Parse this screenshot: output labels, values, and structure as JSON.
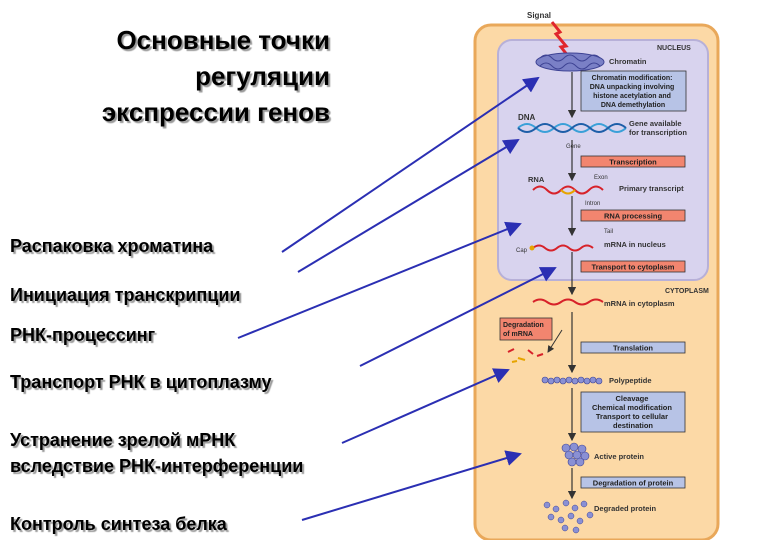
{
  "title": {
    "line1": "Основные точки",
    "line2": "регуляции",
    "line3": "экспрессии генов"
  },
  "labels": [
    "Распаковка хроматина",
    "Инициация транскрипции",
    "РНК-процессинг",
    "Транспорт РНК в цитоплазму",
    "Устранение зрелой мРНК",
    "вследствие РНК-интерференции",
    "Контроль синтеза белка"
  ],
  "figure": {
    "signal": "Signal",
    "nucleus": "NUCLEUS",
    "chromatin": "Chromatin",
    "chromatin_box": [
      "Chromatin modification:",
      "DNA unpacking involving",
      "histone acetylation and",
      "DNA demethylation"
    ],
    "dna": "DNA",
    "gene": "Gene",
    "gene_available": [
      "Gene available",
      "for transcription"
    ],
    "transcription": "Transcription",
    "rna": "RNA",
    "exon": "Exon",
    "intron": "Intron",
    "primary_transcript": "Primary transcript",
    "rna_processing": "RNA processing",
    "tail": "Tail",
    "cap": "Cap",
    "mrna_nucleus": "mRNA in nucleus",
    "transport": "Transport to cytoplasm",
    "cytoplasm": "CYTOPLASM",
    "mrna_cytoplasm": "mRNA in cytoplasm",
    "degradation_mrna": [
      "Degradation",
      "of mRNA"
    ],
    "translation": "Translation",
    "polypeptide": "Polypeptide",
    "cleavage_box": [
      "Cleavage",
      "Chemical modification",
      "Transport to cellular",
      "destination"
    ],
    "active_protein": "Active protein",
    "degradation_protein": "Degradation of protein",
    "degraded_protein": "Degraded protein"
  },
  "colors": {
    "cell": "#fcd9a6",
    "cell_border": "#e9a85a",
    "nucleus": "#d8d3ee",
    "nucleus_border": "#b7b0d8",
    "red_box": "#f2856f",
    "blue_box": "#b7c3e6",
    "arrow_blue": "#2b2fb3"
  }
}
